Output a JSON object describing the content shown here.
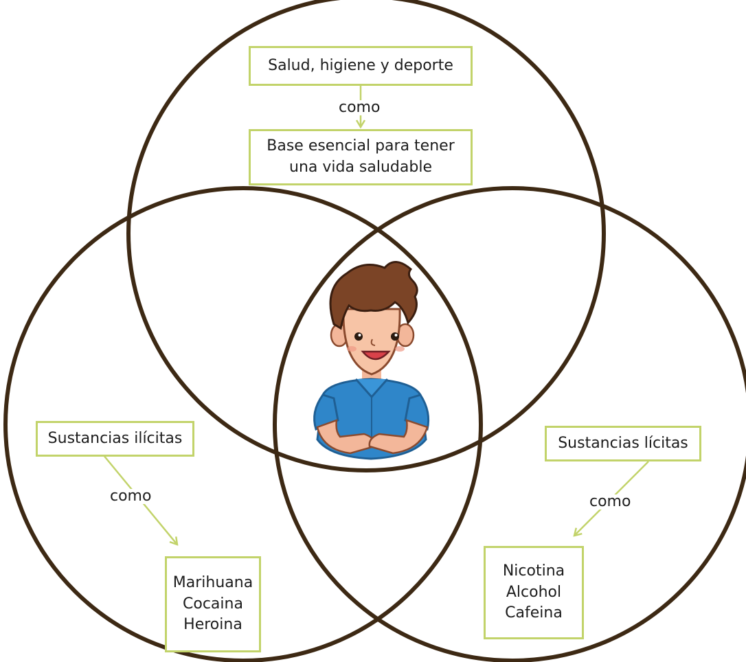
{
  "colors": {
    "circle_stroke": "#3d2914",
    "box_border": "#c2d36a",
    "arrow": "#c2d36a"
  },
  "top": {
    "concept": "Salud, higiene y deporte",
    "connector": "como",
    "result": "Base esencial para tener\nuna vida saludable"
  },
  "left": {
    "concept": "Sustancias ilícitas",
    "connector": "como",
    "result": "Marihuana\nCocaina\nHeroina"
  },
  "right": {
    "concept": "Sustancias lícitas",
    "connector": "como",
    "result": "Nicotina\nAlcohol\nCafeina"
  },
  "center_illustration": "smiling-boy-icon"
}
